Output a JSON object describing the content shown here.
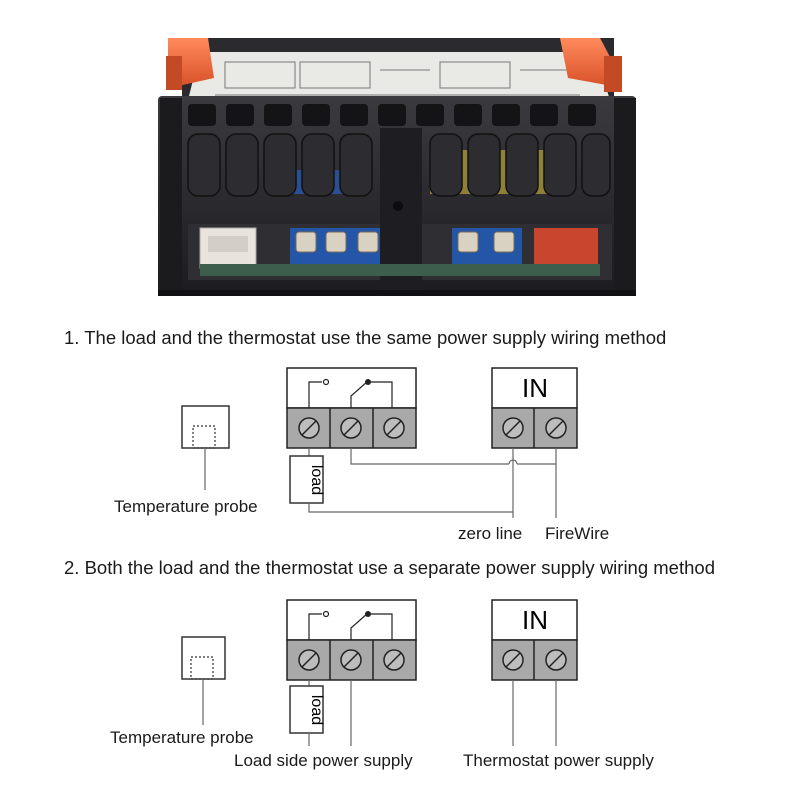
{
  "photo": {
    "background": "#ffffff",
    "housing_color": "#26262a",
    "clip_color": "#f06a3e",
    "terminal_color": "#2456a8",
    "connector_color": "#e8e4dc",
    "relay_color": "#e6c93e"
  },
  "section1": {
    "heading": "1. The load and the thermostat use the same power supply wiring method",
    "probe_label": "Temperature probe",
    "load_label": "load",
    "in_label": "IN",
    "zero_line_label": "zero line",
    "firewire_label": "FireWire"
  },
  "section2": {
    "heading": "2. Both the load and the thermostat use a separate power supply wiring method",
    "probe_label": "Temperature probe",
    "load_label": "load",
    "in_label": "IN",
    "load_supply_label": "Load side power supply",
    "thermostat_supply_label": "Thermostat power supply"
  },
  "colors": {
    "terminal_fill": "#a9a9a9",
    "line": "#555555",
    "frame": "#222222"
  }
}
